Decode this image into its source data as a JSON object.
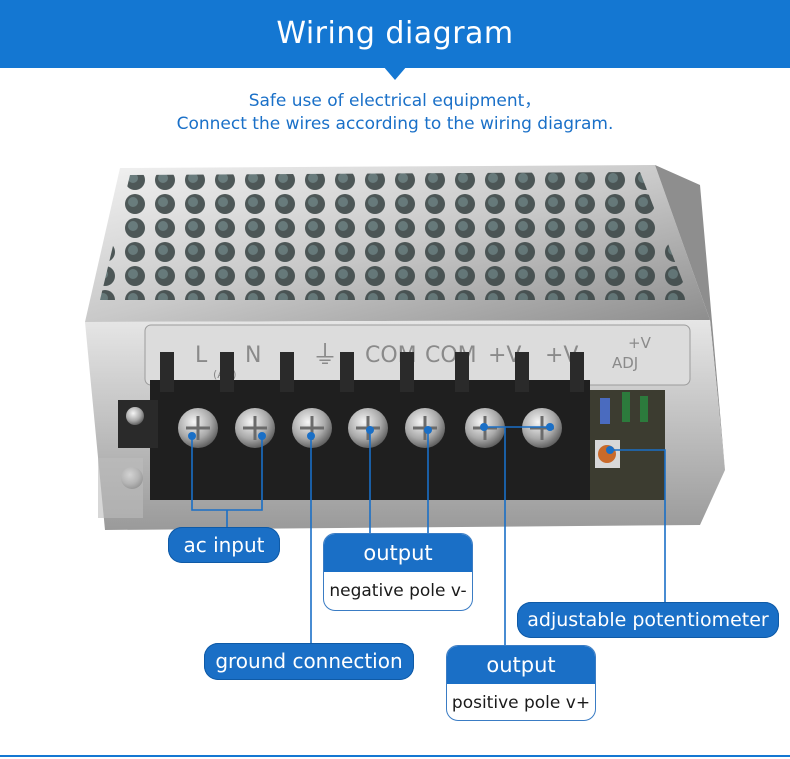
{
  "header": {
    "title": "Wiring diagram"
  },
  "intro": {
    "line1": "Safe use of electrical equipment，",
    "line2": "Connect the wires according to the wiring diagram."
  },
  "terminal_markings": {
    "t1": "L",
    "t2": "N",
    "ac_note": "(AC)",
    "t4": "COM",
    "t5": "COM",
    "t6": "+V",
    "t7": "+V",
    "adj1": "+V",
    "adj2": "ADJ"
  },
  "callouts": {
    "ac_input": "ac input",
    "ground": "ground connection",
    "neg_title": "output",
    "neg_body": "negative pole v-",
    "pos_title": "output",
    "pos_body": "positive pole v+",
    "potentiometer": "adjustable potentiometer"
  },
  "colors": {
    "brand_blue": "#1477d2",
    "pill_blue": "#1a6fc6"
  }
}
